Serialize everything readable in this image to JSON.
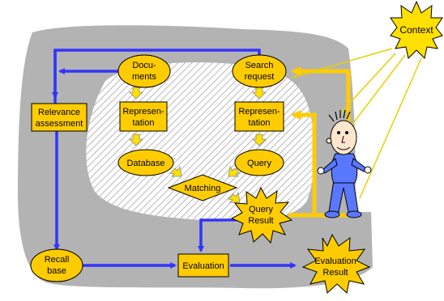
{
  "nodes": {
    "documents": [
      "Docu-",
      "ments"
    ],
    "search_request": [
      "Search",
      "request"
    ],
    "relevance_assessment": [
      "Relevance",
      "assessment"
    ],
    "doc_representation": [
      "Represen-",
      "tation"
    ],
    "query_representation": [
      "Represen-",
      "tation"
    ],
    "database": "Database",
    "query": "Query",
    "matching": "Matching",
    "query_result": [
      "Query",
      "Result"
    ],
    "recall_base": [
      "Recall",
      "base"
    ],
    "evaluation": "Evaluation",
    "evaluation_result": [
      "Evaluation",
      "Result"
    ],
    "context": "Context"
  },
  "colors": {
    "node_fill": "#FFCC00",
    "blue_arrow": "#3333FF",
    "yellow_arrow": "#FFCC00",
    "gray_region": "#B3B3B3",
    "figure_blue": "#5A78FF",
    "context_line": "#E8D000"
  }
}
